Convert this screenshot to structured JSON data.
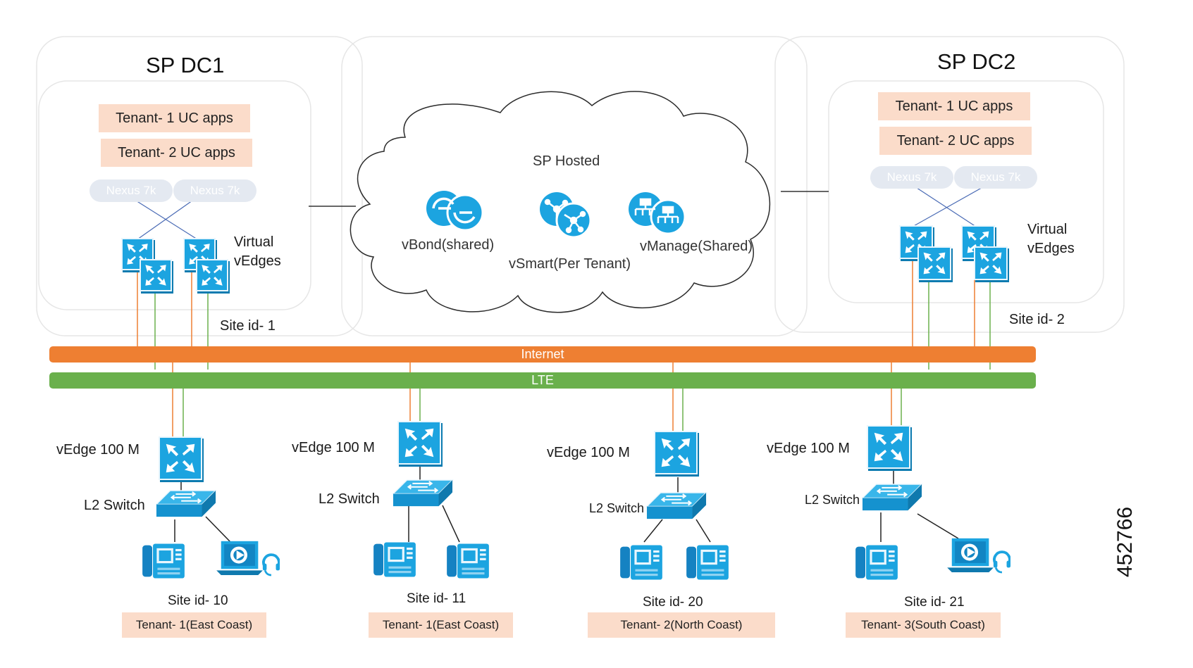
{
  "dc1": {
    "title": "SP DC1",
    "tenants": [
      "Tenant- 1 UC apps",
      "Tenant- 2 UC apps"
    ],
    "nexus": [
      "Nexus 7k",
      "Nexus 7k"
    ],
    "virtual_label_1": "Virtual",
    "virtual_label_2": "vEdges",
    "site": "Site id- 1"
  },
  "dc2": {
    "title": "SP DC2",
    "tenants": [
      "Tenant- 1 UC apps",
      "Tenant- 2 UC apps"
    ],
    "nexus": [
      "Nexus 7k",
      "Nexus 7k"
    ],
    "virtual_label_1": "Virtual",
    "virtual_label_2": "vEdges",
    "site": "Site id- 2"
  },
  "cloud": {
    "title": "SP Hosted",
    "vbond": "vBond(shared)",
    "vsmart": "vSmart(Per Tenant)",
    "vmanage": "vManage(Shared)"
  },
  "transport": {
    "internet": "Internet",
    "lte": "LTE"
  },
  "sites": [
    {
      "router": "vEdge 100 M",
      "switch": "L2 Switch",
      "site": "Site id- 10",
      "tenant": "Tenant- 1(East Coast)"
    },
    {
      "router": "vEdge 100 M",
      "switch": "L2 Switch",
      "site": "Site id- 11",
      "tenant": "Tenant- 1(East Coast)"
    },
    {
      "router": "vEdge 100 M",
      "switch": "L2 Switch",
      "site": "Site id- 20",
      "tenant": "Tenant- 2(North Coast)"
    },
    {
      "router": "vEdge 100 M",
      "switch": "L2 Switch",
      "site": "Site id- 21",
      "tenant": "Tenant- 3(South Coast)"
    }
  ],
  "figure_id": "452766",
  "colors": {
    "internet": "#ee7f32",
    "lte": "#6ab04c",
    "router": "#1ca4e0",
    "tenant_box": "#fbdcca",
    "nexus": "#e4e9f1"
  }
}
